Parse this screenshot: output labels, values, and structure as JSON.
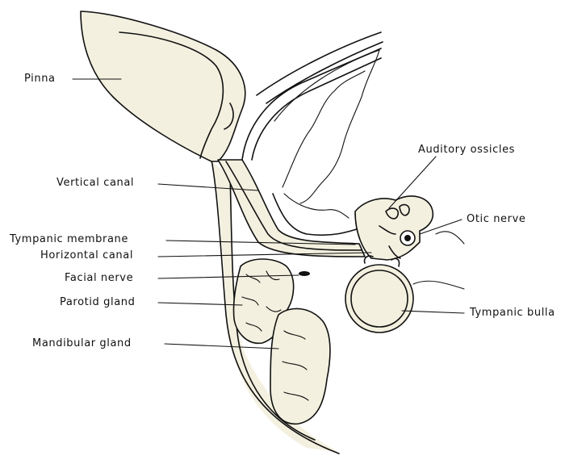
{
  "labels": {
    "pinna": "Pinna",
    "vertical_canal": "Vertical canal",
    "tympanic_membrane": "Tympanic membrane",
    "horizontal_canal": "Horizontal canal",
    "facial_nerve": "Facial nerve",
    "parotid_gland": "Parotid gland",
    "mandibular_gland": "Mandibular gland",
    "auditory_ossicles": "Auditory ossicles",
    "otic_nerve": "Otic nerve",
    "tympanic_bulla": "Tympanic bulla"
  }
}
